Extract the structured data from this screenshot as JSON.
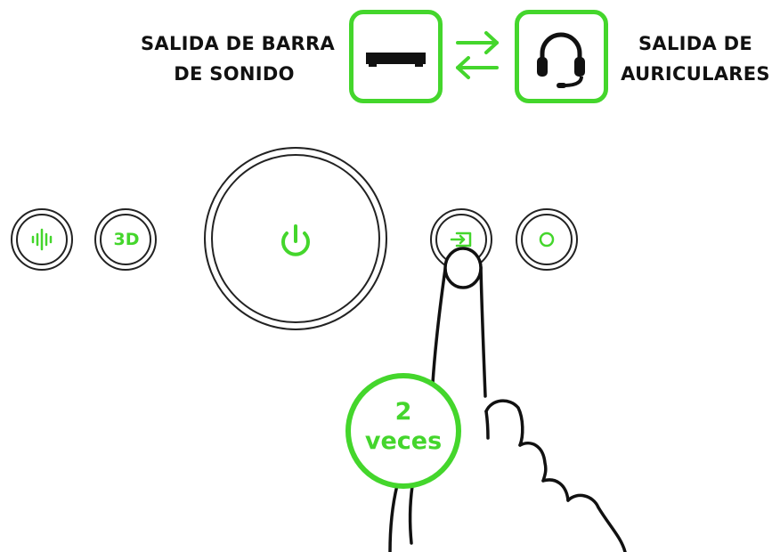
{
  "outputs": {
    "soundbar_label_line1": "SALIDA DE BARRA",
    "soundbar_label_line2": "DE SONIDO",
    "headset_label_line1": "SALIDA DE",
    "headset_label_line2": "AURICULARES",
    "soundbar_icon": "soundbar-icon",
    "headset_icon": "headset-mic-icon",
    "swap_icon": "swap-arrows-icon"
  },
  "buttons": {
    "eq_icon": "sound-wave-icon",
    "three_d_label": "3D",
    "power_icon": "power-icon",
    "input_icon": "input-source-icon",
    "mode_icon": "circle-icon"
  },
  "press": {
    "count": "2",
    "unit": "veces"
  },
  "colors": {
    "accent": "#44d62c",
    "outline": "#111111"
  }
}
